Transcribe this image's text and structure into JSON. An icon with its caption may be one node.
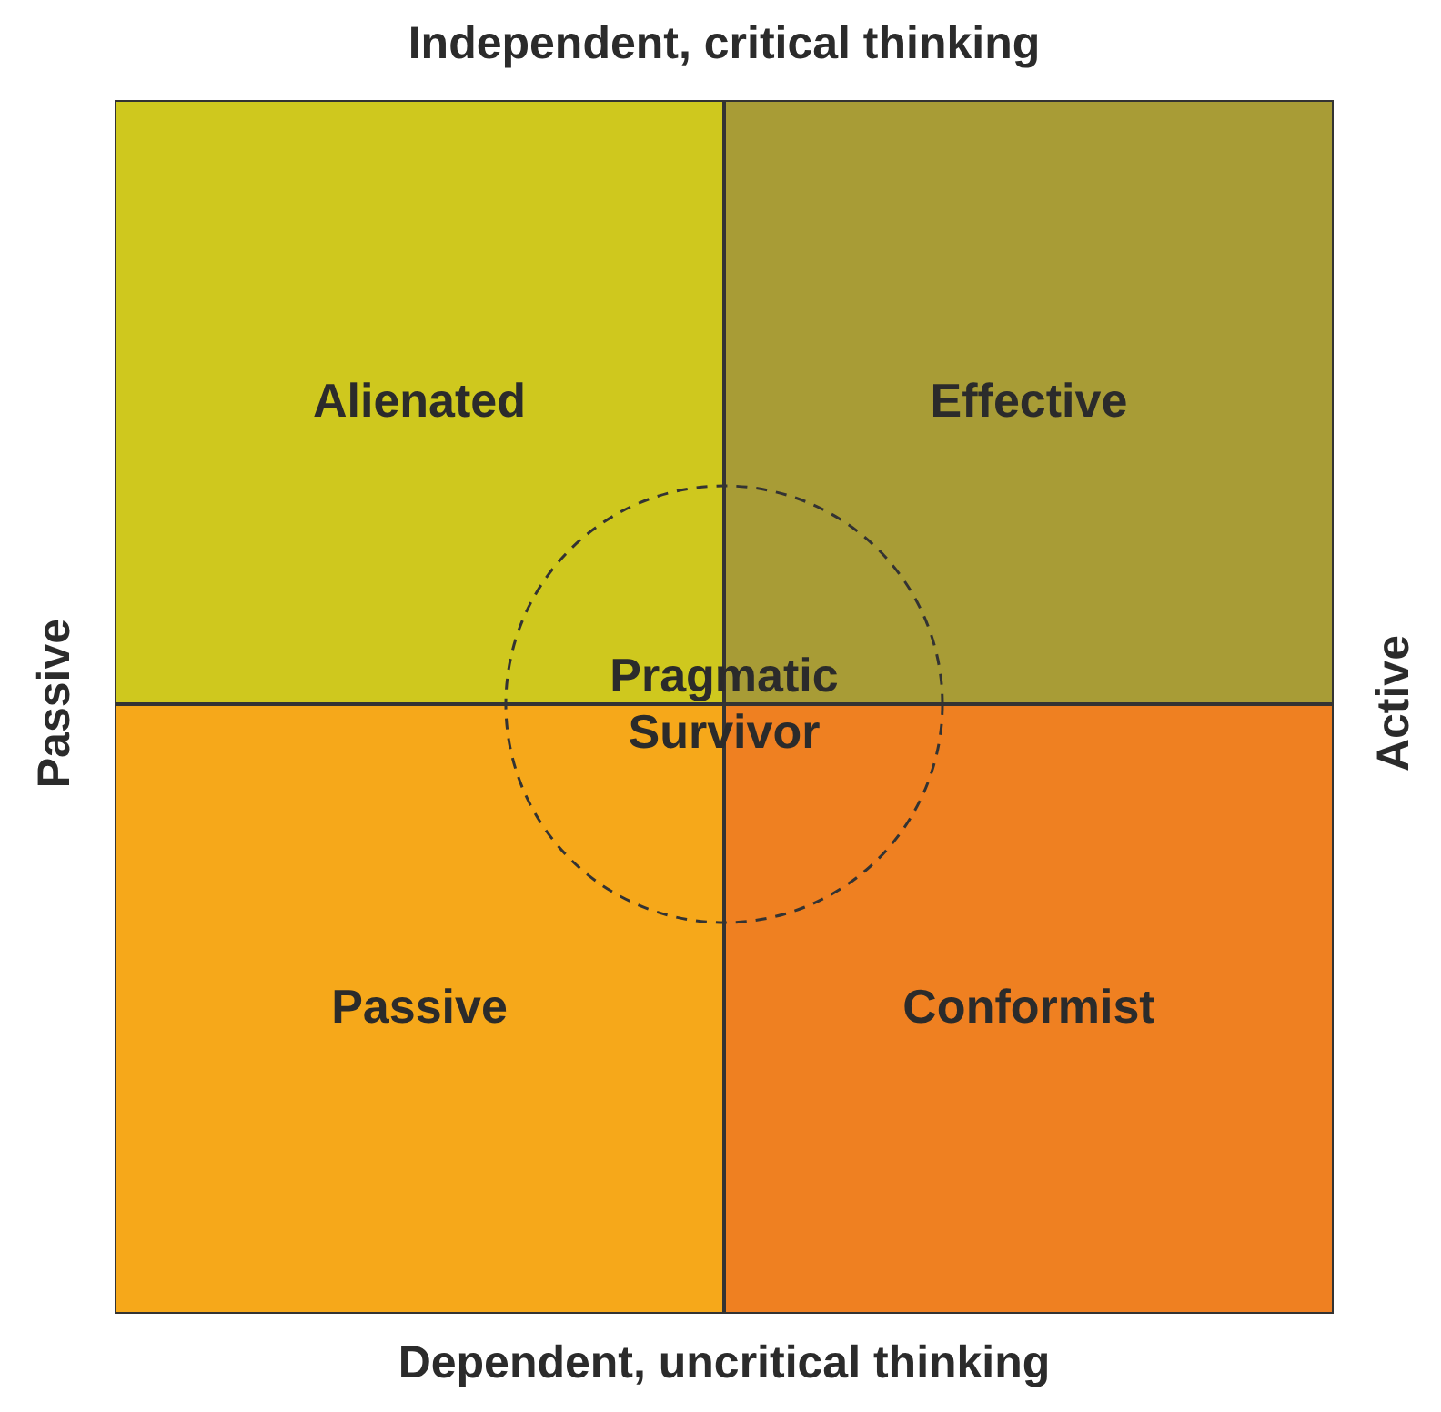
{
  "diagram": {
    "nodes": [
      {
        "text": [
          "Alienated"
        ]
      },
      {
        "text": [
          "Effective"
        ]
      },
      {
        "text": [
          "Passive"
        ]
      },
      {
        "text": [
          "Conformist"
        ]
      },
      {
        "text": [
          "Pragmatic Survivor"
        ]
      }
    ],
    "labels": [
      "Independent, critical thinking",
      "Passive",
      "Active",
      "Dependent, uncritical thinking"
    ]
  }
}
